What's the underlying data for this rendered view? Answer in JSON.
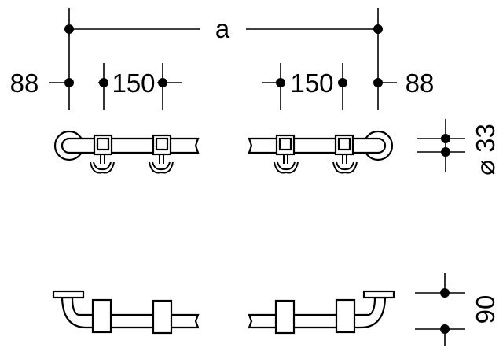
{
  "dimensions": {
    "total_length": "a",
    "left_offset": "88",
    "right_offset": "88",
    "left_hook_spacing": "150",
    "right_hook_spacing": "150",
    "diameter": "⌀ 33",
    "depth": "90"
  },
  "colors": {
    "line": "#000000",
    "background": "#ffffff"
  }
}
